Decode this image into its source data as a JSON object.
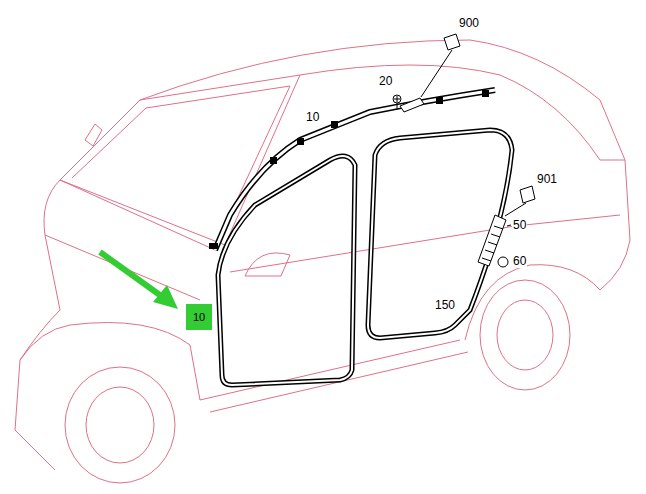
{
  "diagram": {
    "nodes": [
      {
        "text": [
          "10"
        ]
      }
    ],
    "labels": [
      "900",
      "20",
      "10",
      "901",
      "50",
      "60",
      "150"
    ]
  }
}
